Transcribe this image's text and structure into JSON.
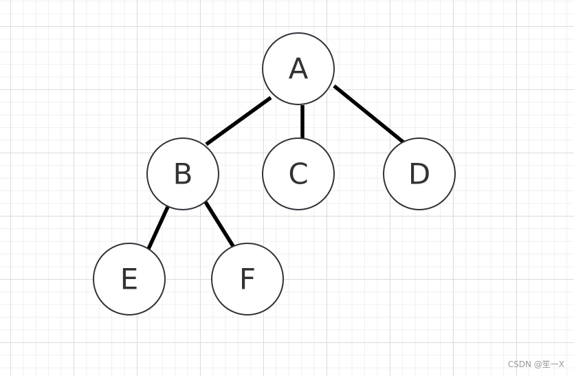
{
  "tree": {
    "nodes": [
      {
        "id": "A",
        "label": "A"
      },
      {
        "id": "B",
        "label": "B"
      },
      {
        "id": "C",
        "label": "C"
      },
      {
        "id": "D",
        "label": "D"
      },
      {
        "id": "E",
        "label": "E"
      },
      {
        "id": "F",
        "label": "F"
      }
    ],
    "edges": [
      {
        "from": "A",
        "to": "B"
      },
      {
        "from": "A",
        "to": "C"
      },
      {
        "from": "A",
        "to": "D"
      },
      {
        "from": "B",
        "to": "E"
      },
      {
        "from": "B",
        "to": "F"
      }
    ]
  },
  "watermark": "CSDN @笙一X"
}
